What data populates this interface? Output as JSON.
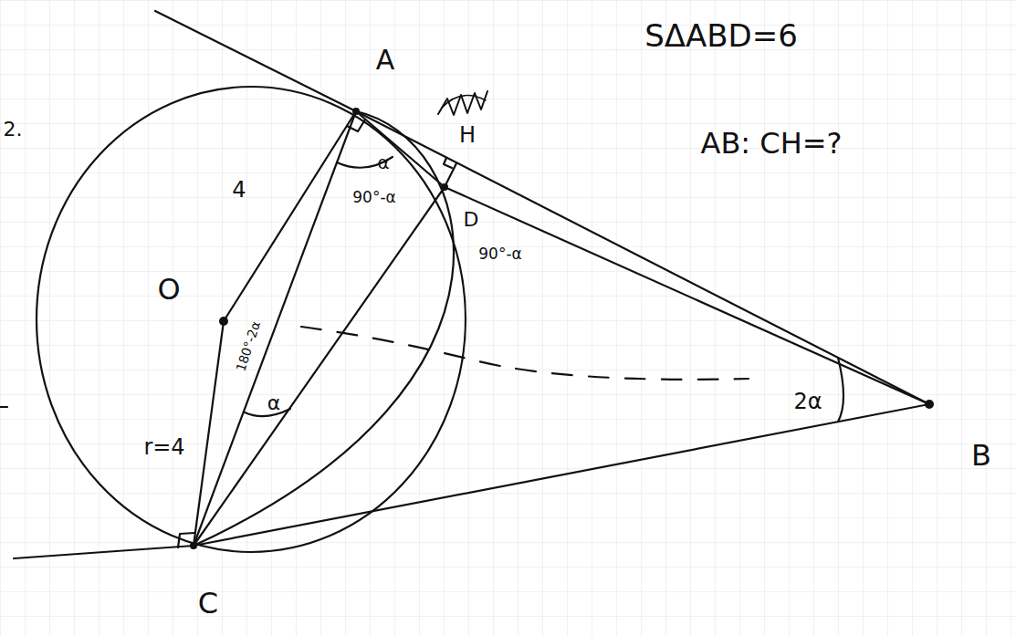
{
  "diagram": {
    "labels": [
      "SΔABD=6",
      "AB: CH=?",
      "A",
      "H",
      "D",
      "B",
      "C",
      "O",
      "4",
      "r=4",
      "α",
      "90°-α",
      "90°-α",
      "180°-2α",
      "α",
      "2α",
      "2."
    ]
  }
}
